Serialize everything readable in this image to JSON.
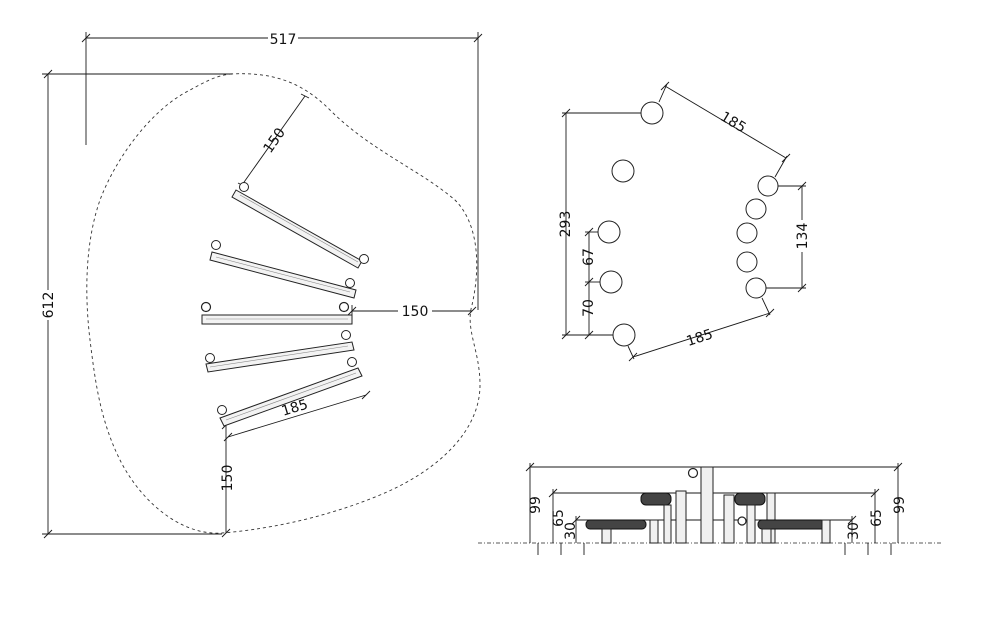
{
  "drawing": {
    "left_view": {
      "width_label": "517",
      "height_label": "612",
      "clearance_top_label": "150",
      "clearance_right_label": "150",
      "clearance_bottom_label": "150",
      "beam_length_label": "185"
    },
    "plan_view": {
      "top_diag_label": "185",
      "bottom_diag_label": "185",
      "overall_depth_label": "293",
      "spacing_a_label": "67",
      "spacing_b_label": "70",
      "right_span_label": "134"
    },
    "elevation_view": {
      "left_outer_label": "99",
      "left_mid_label": "65",
      "left_low_label": "30",
      "right_low_label": "30",
      "right_mid_label": "65",
      "right_outer_label": "99"
    }
  }
}
